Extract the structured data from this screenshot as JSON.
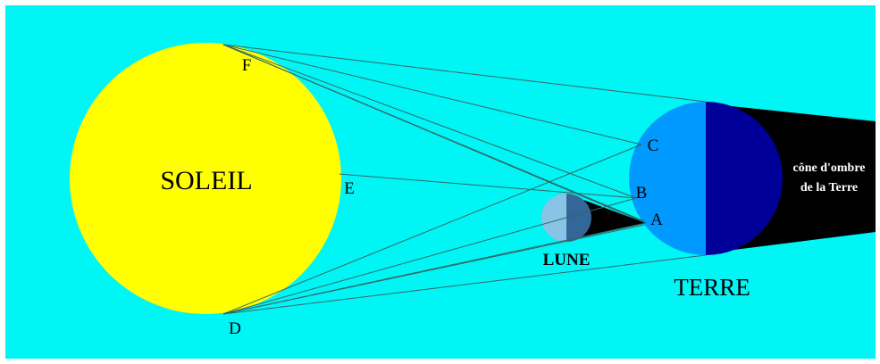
{
  "colors": {
    "background": "#00f5f5",
    "sun": "#ffff00",
    "earth_lit": "#0099ff",
    "earth_dark": "#000099",
    "moon_lit": "#88c4e6",
    "moon_dark": "#336699",
    "shadow": "#000000",
    "rays": "#336666"
  },
  "labels": {
    "sun": "SOLEIL",
    "moon": "LUNE",
    "earth": "TERRE",
    "shadow_line1": "cône d'ombre",
    "shadow_line2": "de la Terre",
    "point_a": "A",
    "point_b": "B",
    "point_c": "C",
    "point_d": "D",
    "point_e": "E",
    "point_f": "F"
  }
}
